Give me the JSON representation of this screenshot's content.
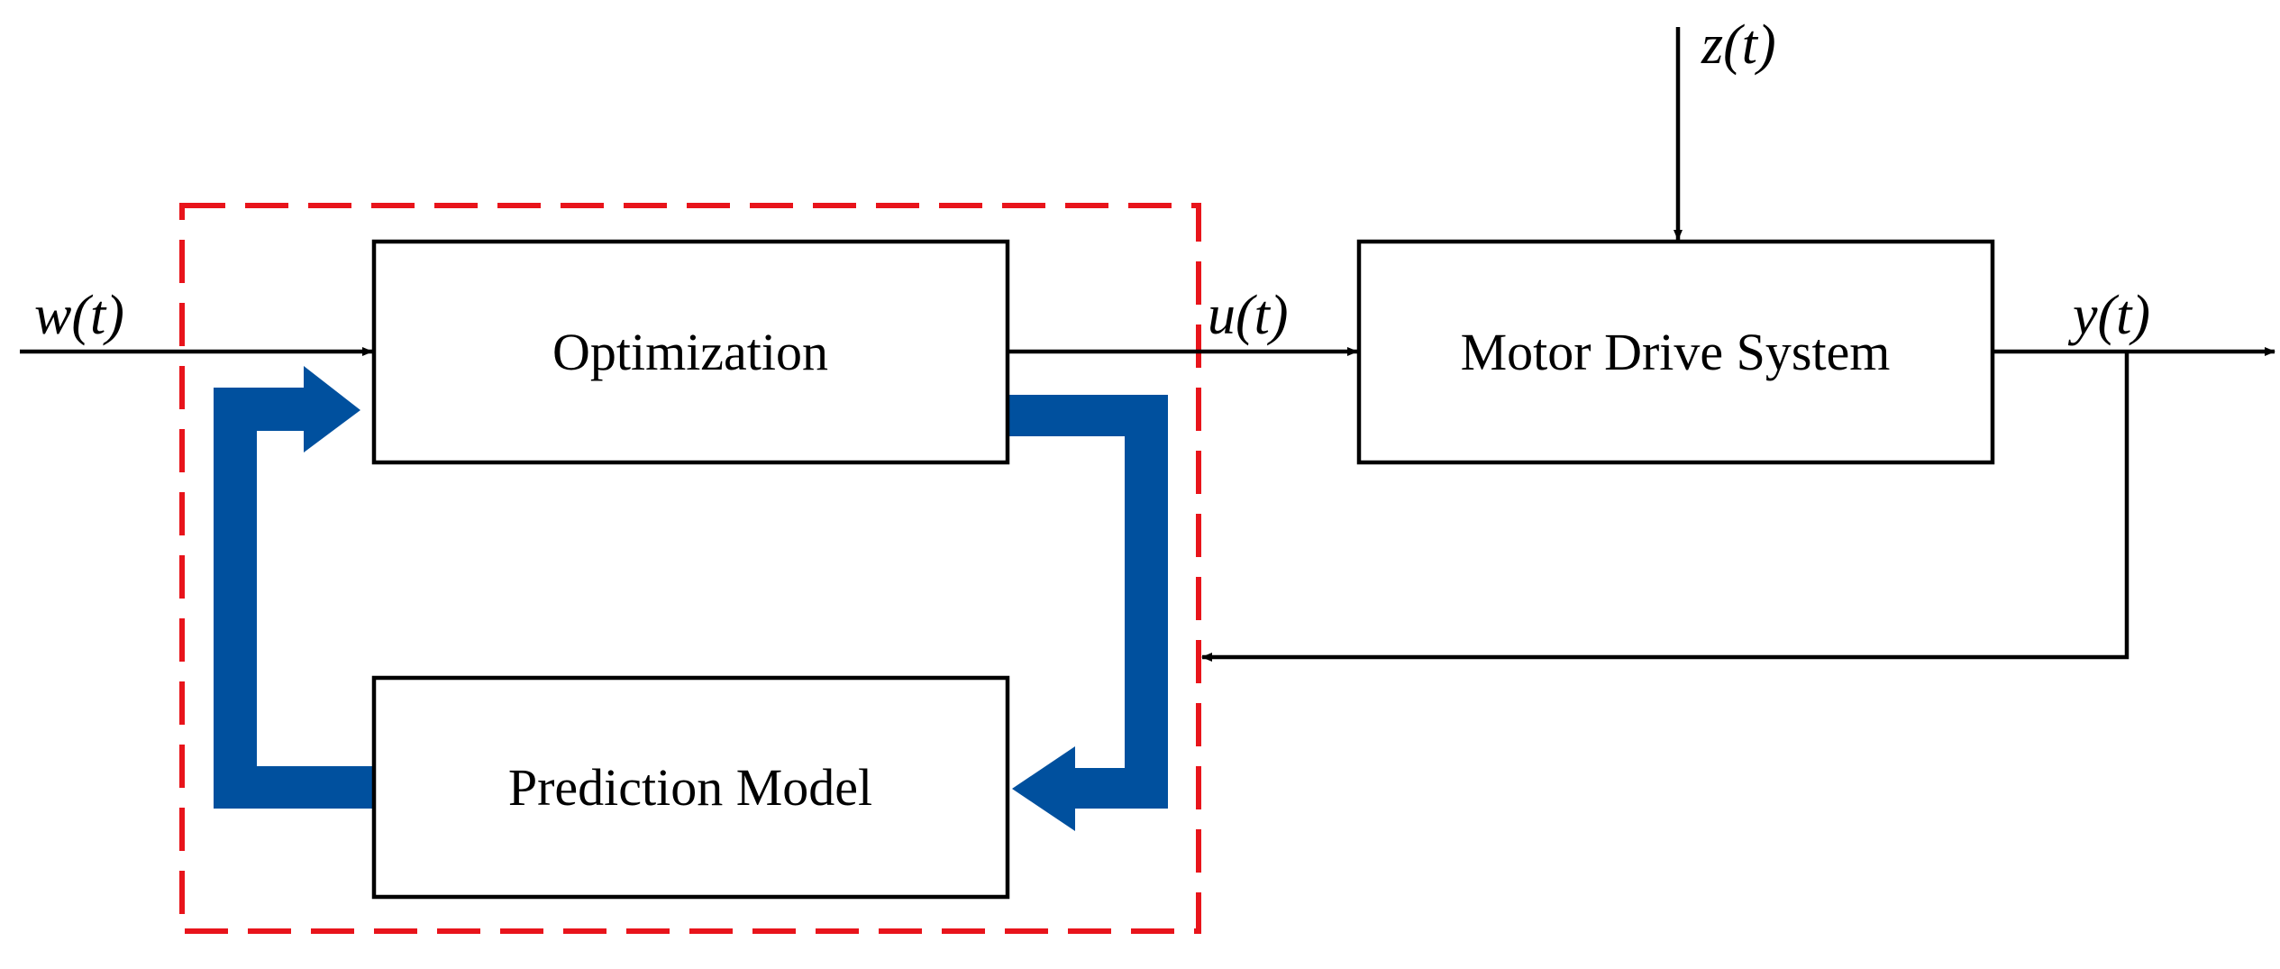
{
  "blocks": {
    "optimization": "Optimization",
    "prediction_model": "Prediction Model",
    "motor_drive_system": "Motor Drive System"
  },
  "signals": {
    "reference": "w(t)",
    "control": "u(t)",
    "disturbance": "z(t)",
    "output": "y(t)"
  },
  "colors": {
    "controller_boundary": "#e8141b",
    "internal_loop": "#00509e",
    "lines": "#000000"
  }
}
